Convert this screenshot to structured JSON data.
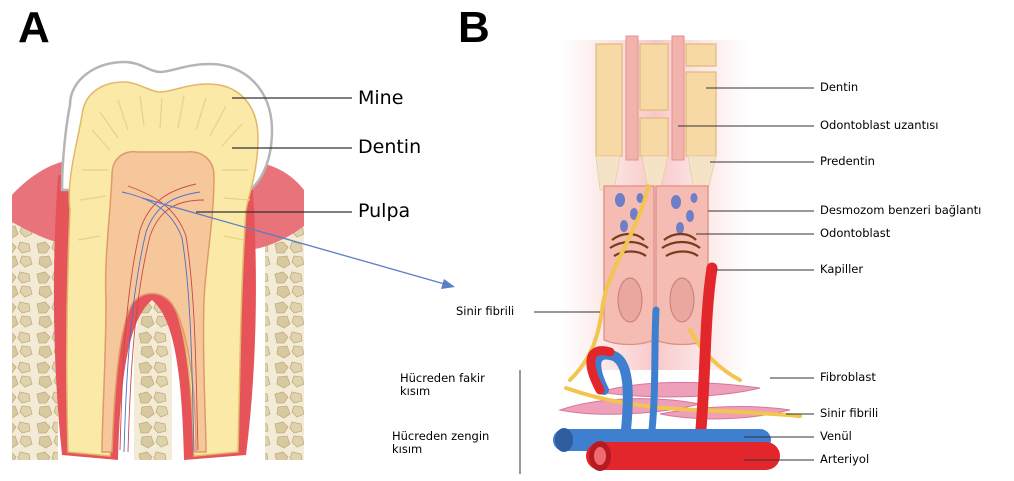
{
  "panels": {
    "a": {
      "letter": "A",
      "labels": {
        "mine": "Mine",
        "dentin": "Dentin",
        "pulpa": "Pulpa"
      }
    },
    "b": {
      "letter": "B",
      "labels": {
        "dentin": "Dentin",
        "odontoblast_process": "Odontoblast uzantısı",
        "predentin": "Predentin",
        "desmosome": "Desmozom benzeri bağlantı",
        "odontoblast": "Odontoblast",
        "capillary": "Kapiller",
        "nerve_fiber_left": "Sinir fibrili",
        "fibroblast": "Fibroblast",
        "nerve_fiber_right": "Sinir fibrili",
        "venule": "Venül",
        "arteriole": "Arteriyol",
        "cell_poor_zone": "Hücreden fakir kısım",
        "cell_rich_zone": "Hücreden zengin kısım"
      }
    }
  },
  "colors": {
    "gum": "#e8737a",
    "enamel": "#ffffff",
    "dentin": "#fbe9a8",
    "pulp": "#f6c79a",
    "bone": "#efe6cf",
    "artery": "#e3262b",
    "vein": "#3f7fd0",
    "nerve": "#f2c54e",
    "arrow": "#5b7fc4"
  }
}
